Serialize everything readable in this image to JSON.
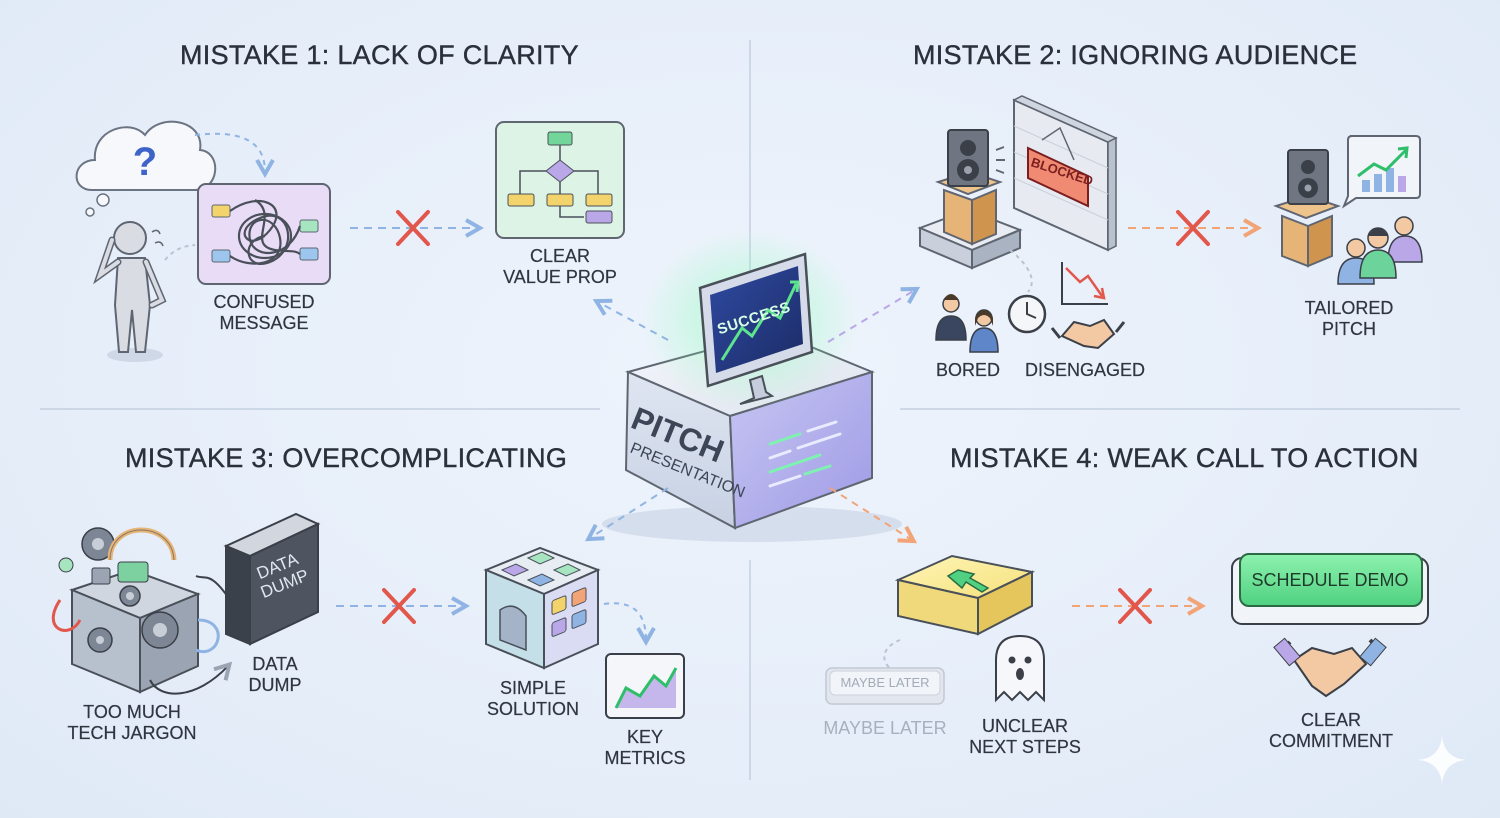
{
  "mistakes": [
    {
      "title": "MISTAKE 1: LACK OF CLARITY"
    },
    {
      "title": "MISTAKE 2: IGNORING AUDIENCE"
    },
    {
      "title": "MISTAKE 3: OVERCOMPLICATING"
    },
    {
      "title": "MISTAKE 4: WEAK CALL TO ACTION"
    }
  ],
  "labels": {
    "confused_message": [
      "CONFUSED",
      "MESSAGE"
    ],
    "clear_value_prop": [
      "CLEAR",
      "VALUE PROP"
    ],
    "bored": "BORED",
    "disengaged": "DISENGAGED",
    "tailored_pitch": [
      "TAILORED",
      "PITCH"
    ],
    "too_much_tech_jargon": [
      "TOO MUCH",
      "TECH JARGON"
    ],
    "data_dump": [
      "DATA",
      "DUMP"
    ],
    "simple_solution": [
      "SIMPLE",
      "SOLUTION"
    ],
    "key_metrics": [
      "KEY",
      "METRICS"
    ],
    "maybe_later": "MAYBE LATER",
    "unclear_next_steps": [
      "UNCLEAR",
      "NEXT STEPS"
    ],
    "clear_commitment": [
      "CLEAR",
      "COMMITMENT"
    ]
  },
  "center": {
    "pitch": "PITCH",
    "presentation": "PRESENTATION",
    "screen_text": "SUCCESS"
  },
  "sign_text": "BLOCKED",
  "book_text": [
    "DATA",
    "DUMP"
  ],
  "buttons": {
    "schedule_demo": "SCHEDULE DEMO",
    "maybe_later_button": "MAYBE LATER"
  },
  "colors": {
    "background": "#e8f0fa",
    "cross": "#e2574c",
    "success_green": "#5ee38e",
    "accent_purple": "#b9a7e8",
    "arrow_blue": "#8fb4e3",
    "arrow_orange": "#f2a477"
  },
  "icons": [
    "question-cloud-icon",
    "confused-person-icon",
    "tangled-message-icon",
    "flowchart-icon",
    "podium-speaker-icon",
    "blocked-wall-icon",
    "audience-icon",
    "clock-icon",
    "down-chart-icon",
    "handshake-icon",
    "growth-chart-icon",
    "gear-machine-icon",
    "book-icon",
    "block-building-icon",
    "metrics-chart-icon",
    "download-button-icon",
    "ghost-icon",
    "sparkle-icon"
  ]
}
